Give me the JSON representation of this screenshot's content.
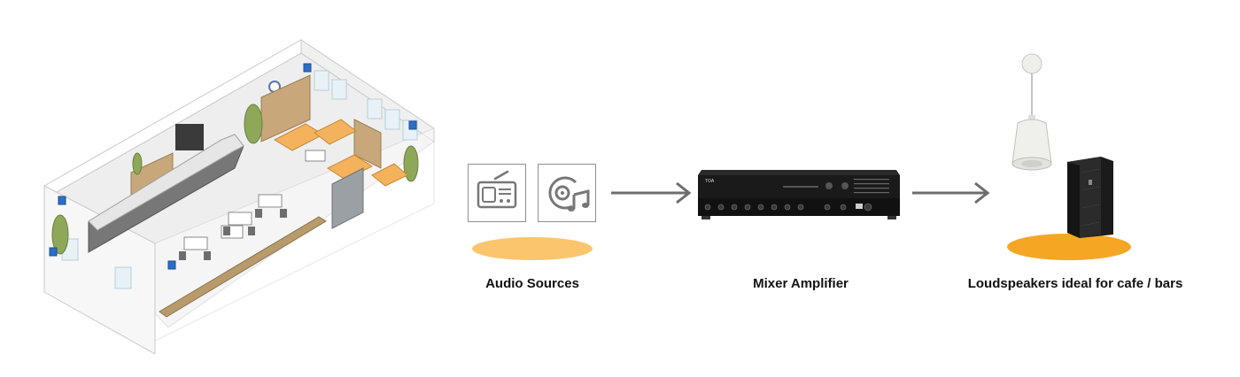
{
  "labels": {
    "audio_sources": "Audio Sources",
    "mixer_amplifier": "Mixer Amplifier",
    "loudspeakers": "Loudspeakers ideal for cafe / bars"
  },
  "icons": {
    "radio": "radio-icon",
    "music_disc": "music-disc-icon"
  },
  "colors": {
    "highlight_light": "#fbc56d",
    "highlight_dark": "#f5a623",
    "arrow": "#6d6d6d",
    "wall": "#ffffff",
    "cushion": "#f5b25c",
    "wood": "#b89b6c"
  },
  "amplifier": {
    "brand": "TOA"
  }
}
